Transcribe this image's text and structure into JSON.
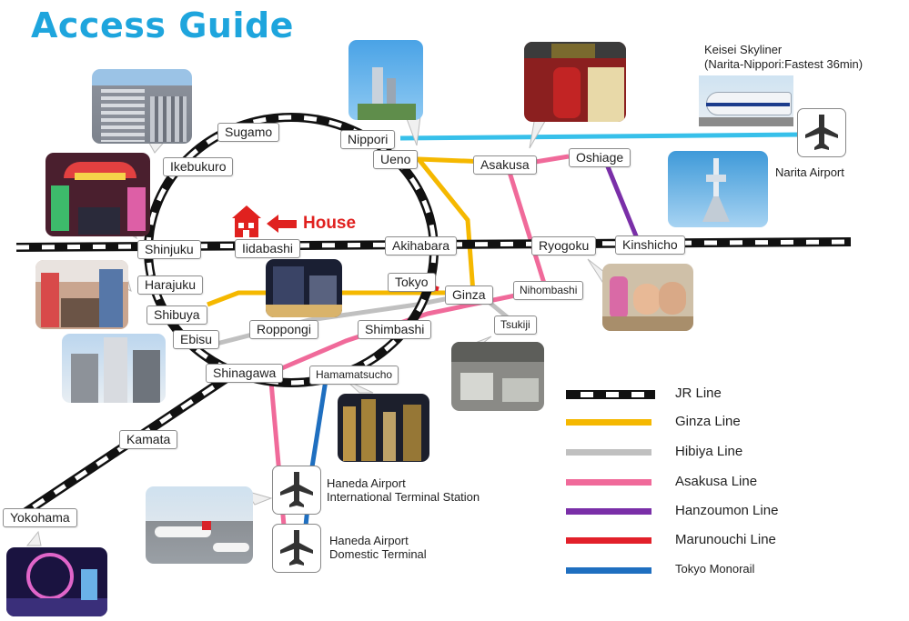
{
  "title": "Access Guide",
  "house_label": "House",
  "stations": {
    "sugamo": "Sugamo",
    "nippori": "Nippori",
    "ikebukuro": "Ikebukuro",
    "ueno": "Ueno",
    "asakusa": "Asakusa",
    "oshiage": "Oshiage",
    "shinjuku": "Shinjuku",
    "iidabashi": "Iidabashi",
    "akihabara": "Akihabara",
    "ryogoku": "Ryogoku",
    "kinshicho": "Kinshicho",
    "harajuku": "Harajuku",
    "tokyo": "Tokyo",
    "ginza": "Ginza",
    "nihombashi": "Nihombashi",
    "shibuya": "Shibuya",
    "roppongi": "Roppongi",
    "shimbashi": "Shimbashi",
    "tsukiji": "Tsukiji",
    "ebisu": "Ebisu",
    "shinagawa": "Shinagawa",
    "hamamatsucho": "Hamamatsucho",
    "kamata": "Kamata",
    "yokohama": "Yokohama"
  },
  "skyliner": {
    "line1": "Keisei Skyliner",
    "line2": "(Narita-Nippori:Fastest 36min)"
  },
  "airports": {
    "narita": "Narita Airport",
    "haneda_intl_1": "Haneda Airport",
    "haneda_intl_2": "International Terminal Station",
    "haneda_dom_1": "Haneda Airport",
    "haneda_dom_2": "Domestic Terminal"
  },
  "legend": [
    {
      "label": "JR Line",
      "color": "#111111",
      "style": "dashed"
    },
    {
      "label": "Ginza Line",
      "color": "#f5b800"
    },
    {
      "label": "Hibiya Line",
      "color": "#c0c0c0"
    },
    {
      "label": "Asakusa Line",
      "color": "#f06a9a"
    },
    {
      "label": "Hanzoumon Line",
      "color": "#7a2fa8"
    },
    {
      "label": "Marunouchi Line",
      "color": "#e2202a"
    },
    {
      "label": "Tokyo Monorail",
      "color": "#1f6fc0"
    }
  ],
  "colors": {
    "title": "#1ea5dd",
    "house": "#e0211f",
    "skyliner": "#37c0ea"
  }
}
